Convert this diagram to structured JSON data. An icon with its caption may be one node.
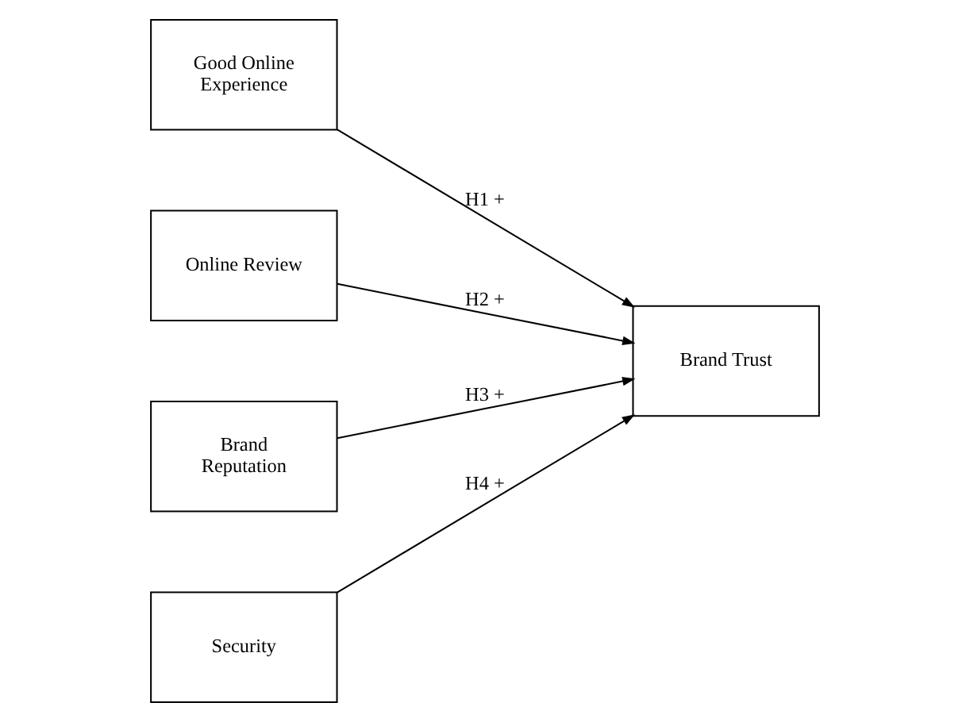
{
  "diagram": {
    "nodes": [
      {
        "text": [
          "Good Online Experience"
        ]
      },
      {
        "text": [
          "Online Review"
        ]
      },
      {
        "text": [
          "Brand Reputation"
        ]
      },
      {
        "text": [
          "Security"
        ]
      },
      {
        "text": [
          "Brand Trust"
        ]
      }
    ],
    "edges": [
      {
        "from": 0,
        "to": 4,
        "arrow": "to",
        "label": "H1 +"
      },
      {
        "from": 1,
        "to": 4,
        "arrow": "to",
        "label": "H2 +"
      },
      {
        "from": 2,
        "to": 4,
        "arrow": "to",
        "label": "H3 +"
      },
      {
        "from": 3,
        "to": 4,
        "arrow": "to",
        "label": "H4 +"
      }
    ]
  }
}
